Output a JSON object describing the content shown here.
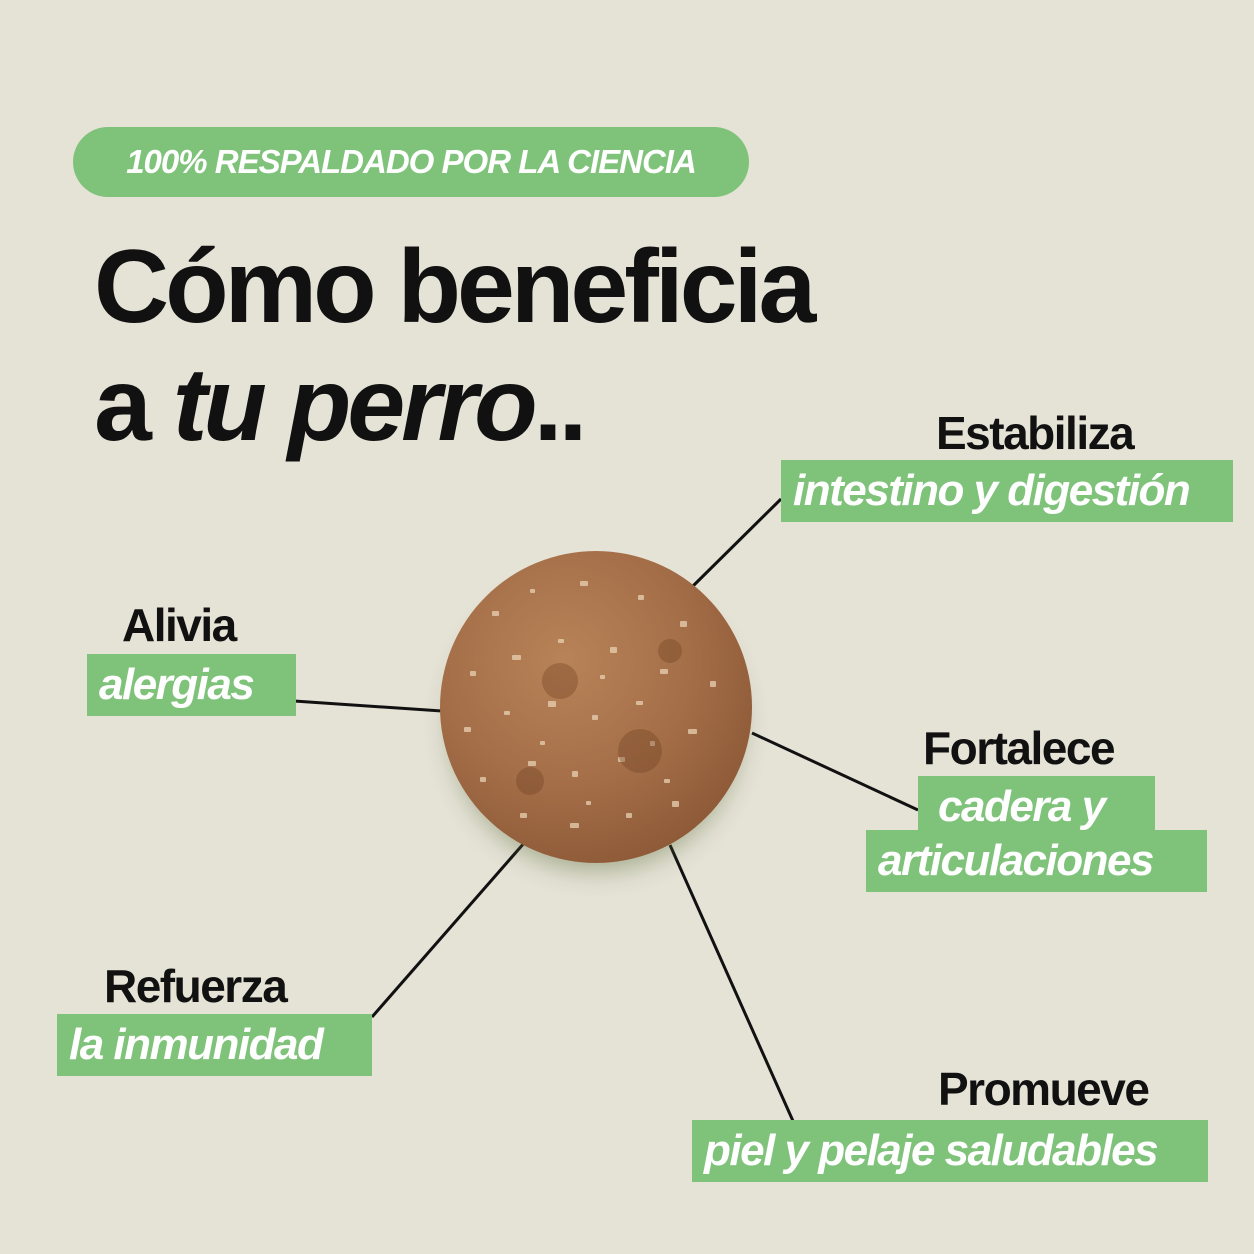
{
  "badge": {
    "text": "100% RESPALDADO POR LA CIENCIA"
  },
  "title": {
    "line1": "Cómo beneficia",
    "line2_lead": "a ",
    "line2_italic": "tu perro",
    "line2_trail": ".."
  },
  "benefits": {
    "estabiliza": {
      "verb": "Estabiliza",
      "object": "intestino y digestión"
    },
    "alivia": {
      "verb": "Alivia",
      "object": "alergias"
    },
    "fortalece": {
      "verb": "Fortalece",
      "object_line1": "cadera y",
      "object_line2": "articulaciones"
    },
    "refuerza": {
      "verb": "Refuerza",
      "object": "la inmunidad"
    },
    "promueve": {
      "verb": "Promueve",
      "object": "piel y pelaje saludables"
    }
  },
  "colors": {
    "background": "#e5e2d6",
    "accent_green": "#7fc37a",
    "text": "#111111",
    "gummy": "#a46e48"
  }
}
